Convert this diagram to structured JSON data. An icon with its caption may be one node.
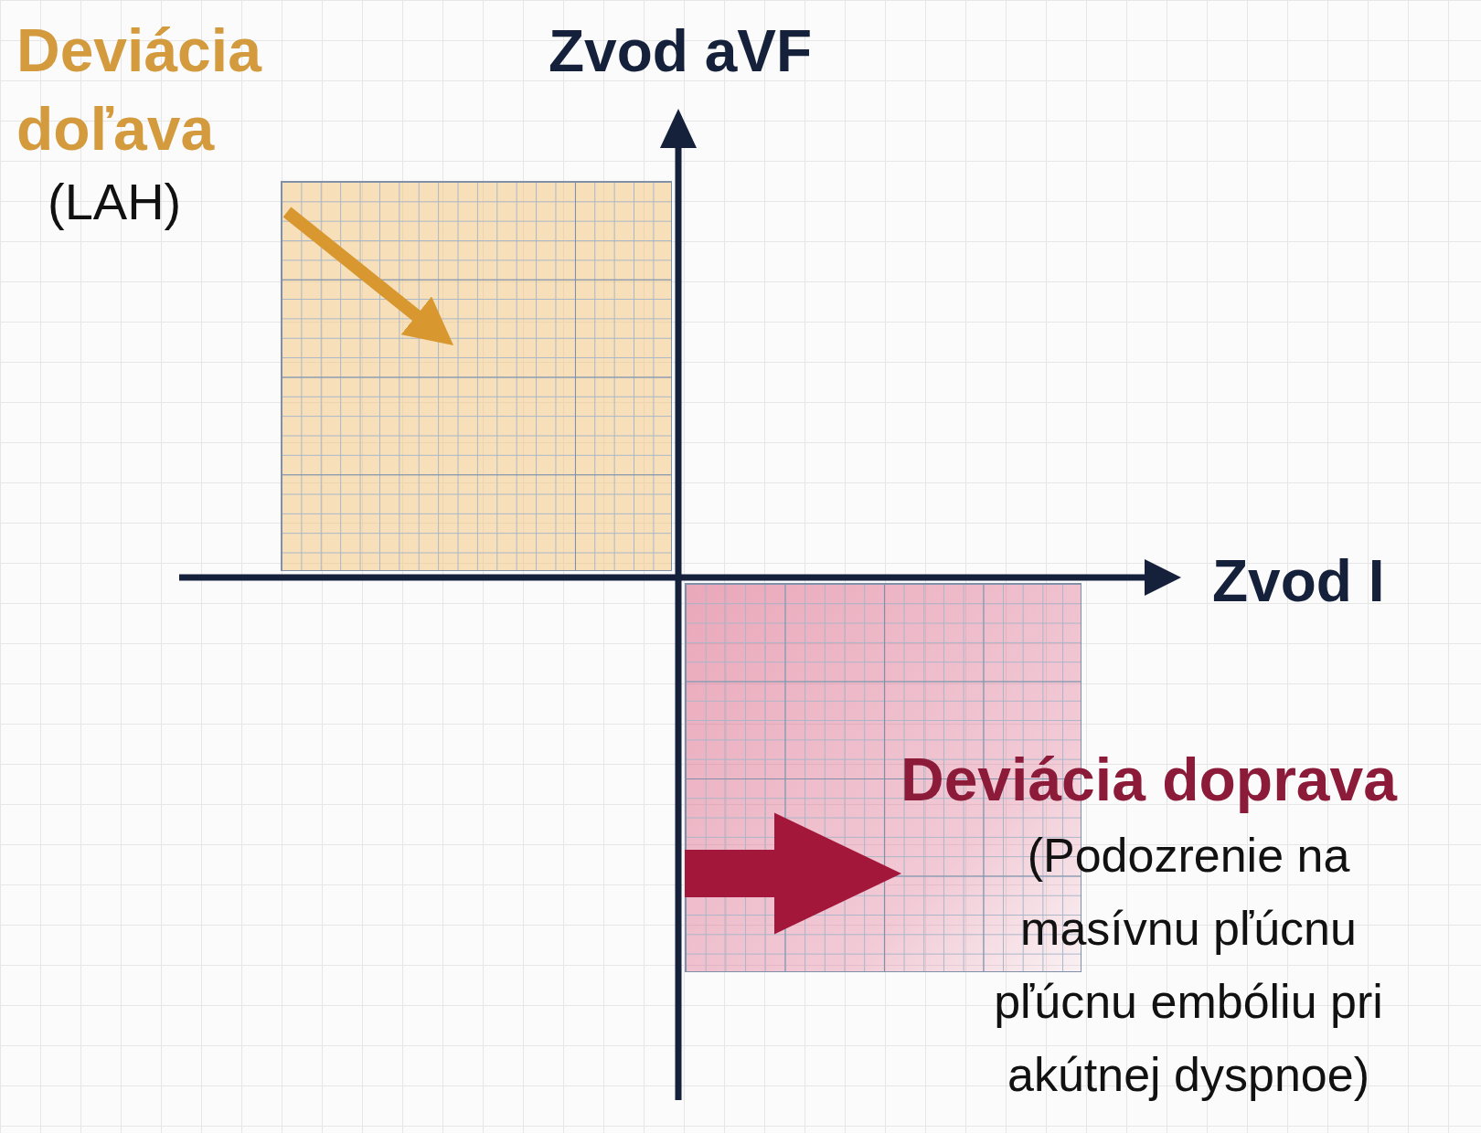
{
  "diagram": {
    "nodes": [
      {
        "text": [
          "Deviácia doľava",
          "(LAH)"
        ]
      },
      {
        "text": [],
        "shape": "box"
      },
      {
        "text": [],
        "shape": "box"
      },
      {
        "text": [
          "Deviácia doprava",
          "(Podozrenie na masívnu pľúcnu pľúcnu embóliu pri akútnej dyspnoe)"
        ]
      }
    ],
    "edges": [
      {
        "from": 0,
        "to": 1,
        "arrow": "to",
        "color": "#d9982f"
      },
      {
        "from": 2,
        "to": 3,
        "arrow": "to",
        "style": "thick",
        "color": "#a3173b"
      }
    ],
    "labels": [
      "Zvod aVF",
      "Zvod I"
    ]
  }
}
